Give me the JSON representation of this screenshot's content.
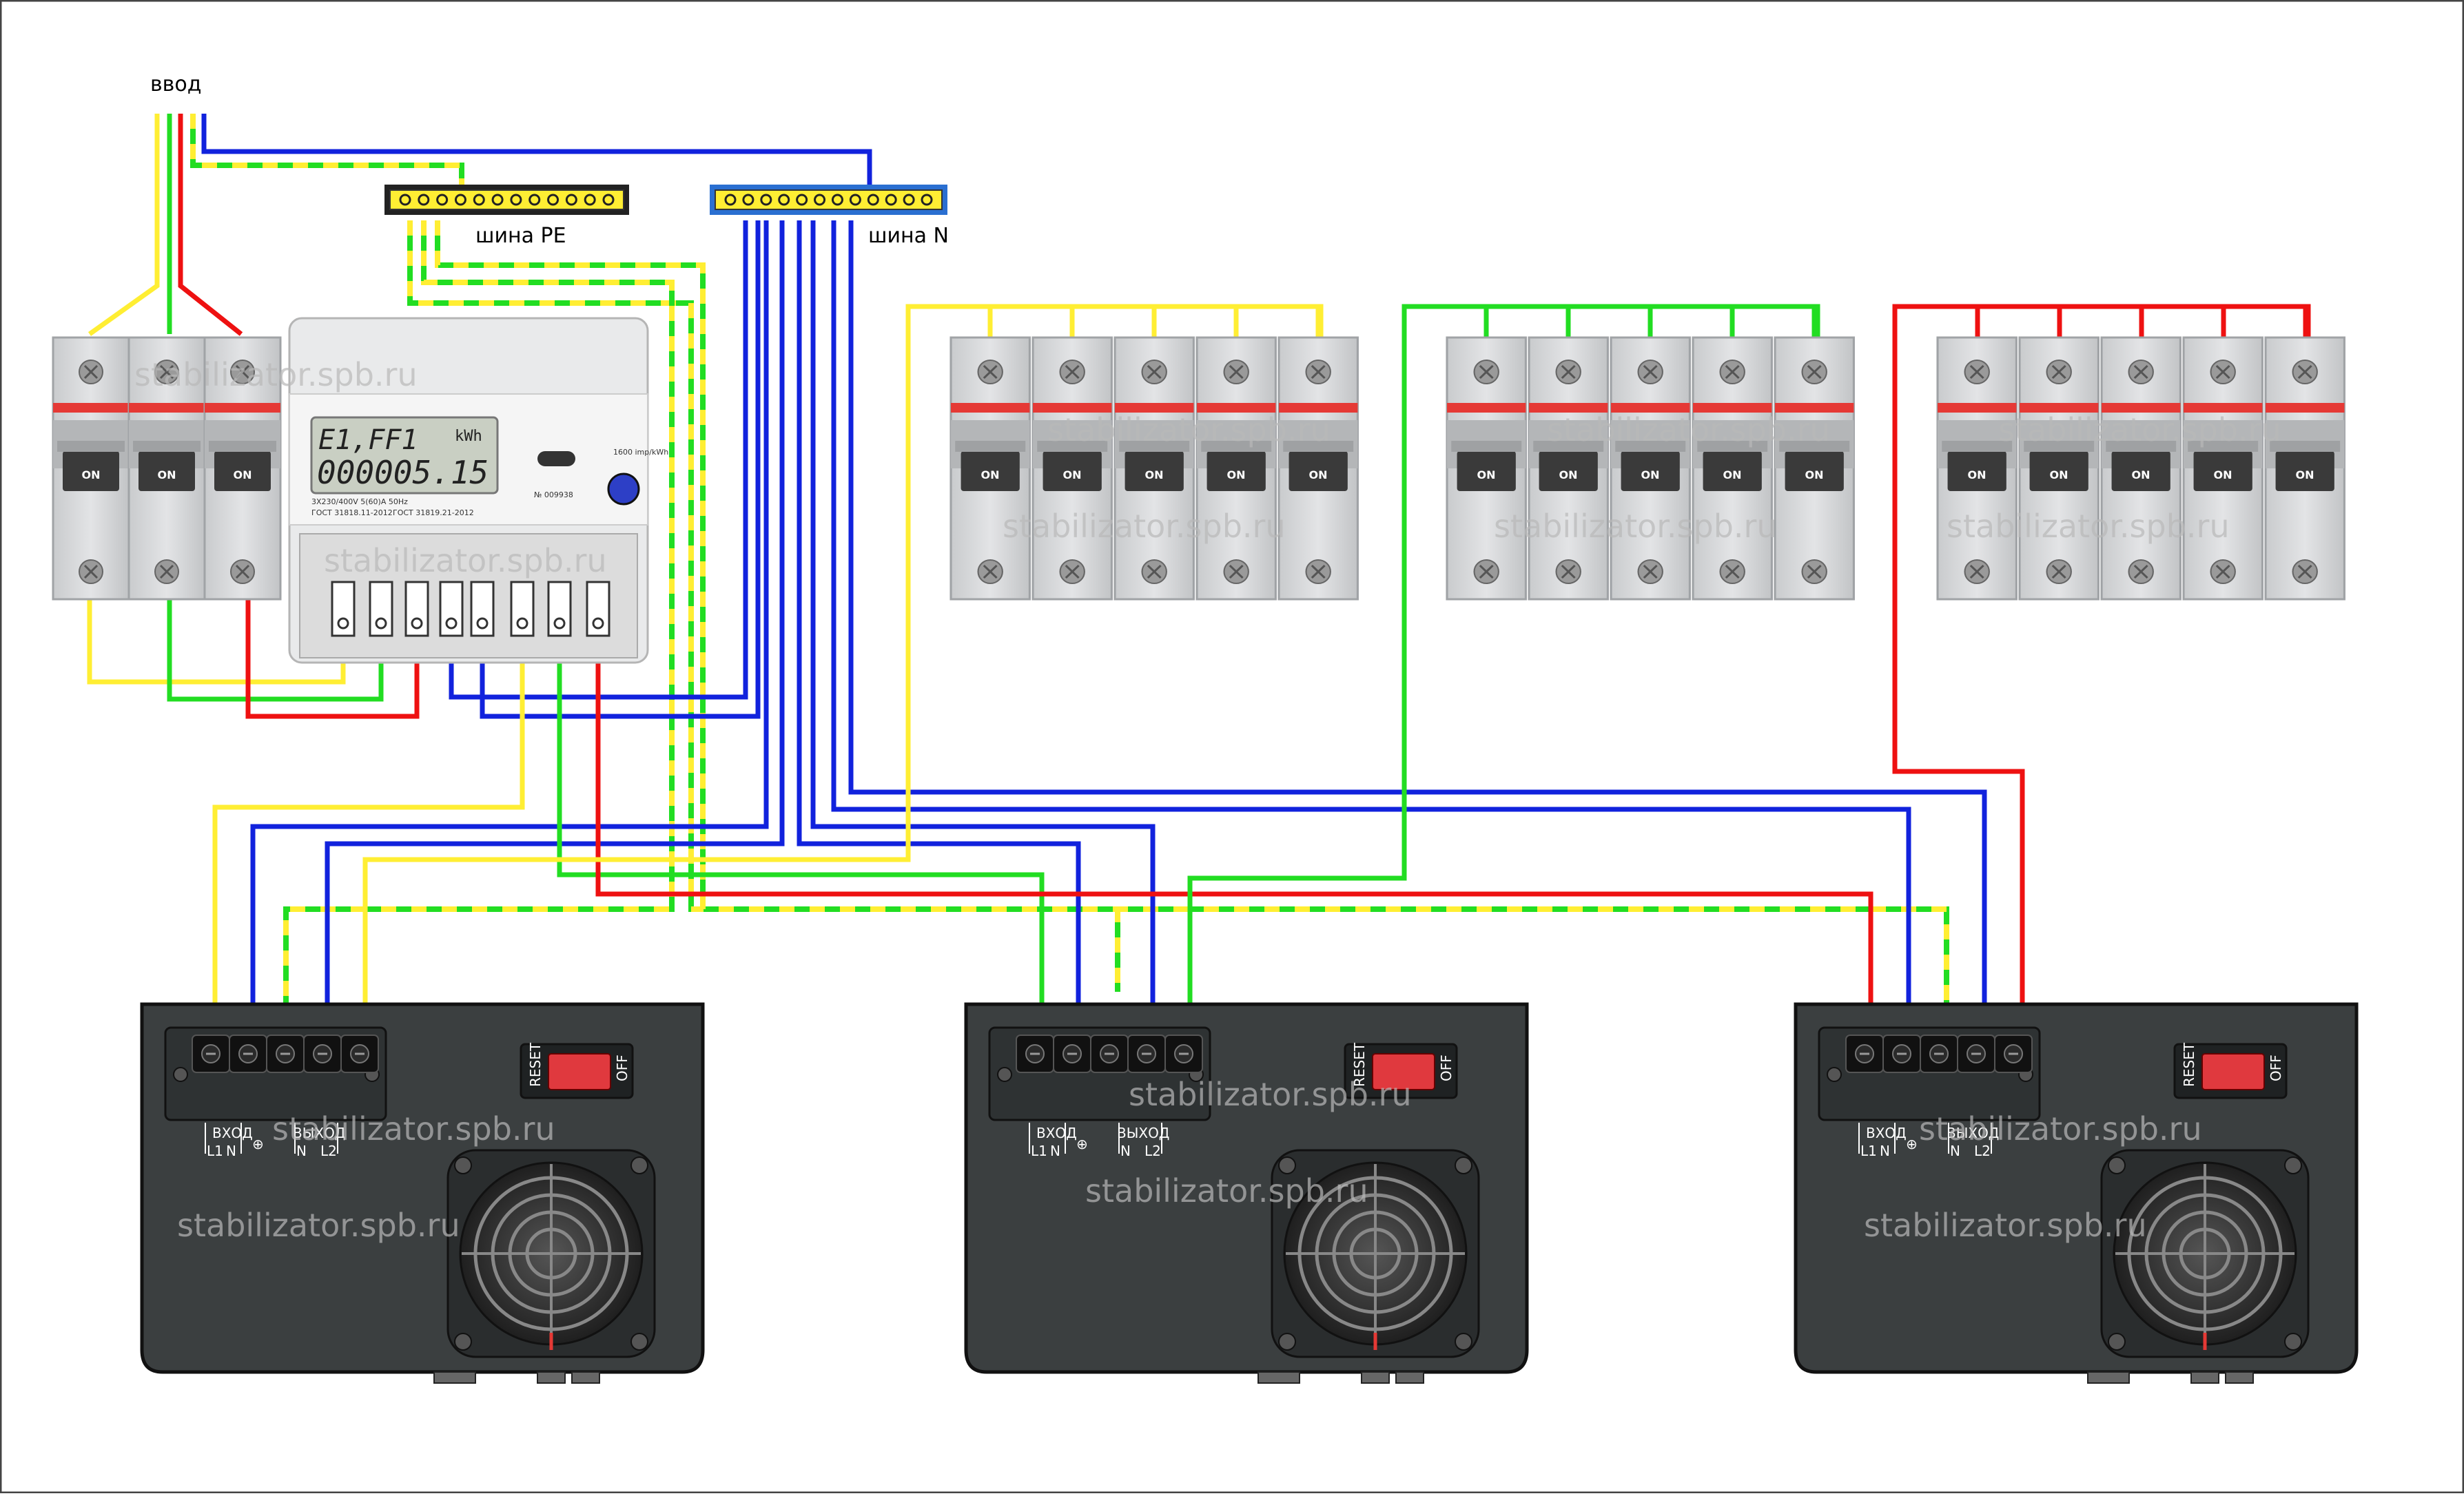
{
  "diagram": {
    "labels": {
      "input": "ввод",
      "pe_bus": "шина PE",
      "n_bus": "шина N"
    },
    "watermark": "stabilizator.spb.ru",
    "breaker_label": "ON",
    "meter": {
      "display_top": "E1,FF1",
      "display_unit": "kWh",
      "display_value": "000005.15",
      "spec_line": "3X230/400V  5(60)A  50Hz",
      "standard_1": "ГОСТ 31818.11-2012",
      "standard_2": "ГОСТ 31819.21-2012",
      "serial": "№ 009938",
      "imp": "1600 imp/kWh"
    },
    "stabilizer": {
      "reset_label": "RESET",
      "off_label": "OFF",
      "input_label": "ВХОД",
      "output_label": "ВЫХОД",
      "l1_label": "L1",
      "n_label": "N",
      "l2_label": "L2",
      "ground_symbol": "⊕"
    },
    "colors": {
      "phase_a": "#ffee33",
      "phase_b": "#22dd22",
      "phase_c": "#ee1111",
      "neutral": "#1122dd",
      "pe": "#ffee33 / #22dd22",
      "stabilizer_body": "#3b3f40",
      "breaker_red_band": "#e53935"
    }
  }
}
